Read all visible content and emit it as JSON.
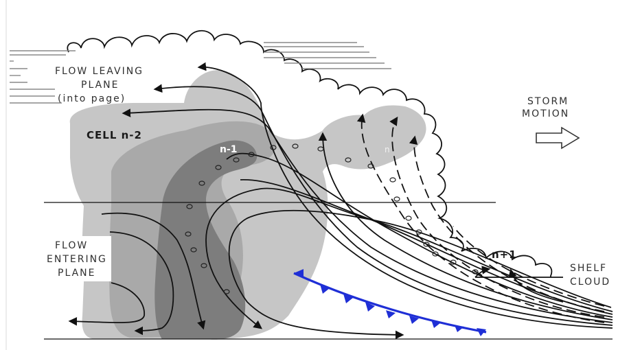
{
  "labels": {
    "flow_leaving": [
      "FLOW LEAVING",
      "PLANE",
      "(into page)"
    ],
    "flow_entering": [
      "FLOW",
      "ENTERING",
      "PLANE"
    ],
    "storm_motion": [
      "STORM",
      "MOTION"
    ],
    "shelf_cloud": [
      "SHELF",
      "CLOUD"
    ],
    "cell_n_minus_2": "CELL n-2",
    "cell_n_minus_1": "n-1",
    "cell_n": "n",
    "cell_n_plus_1": "n+1"
  },
  "colors": {
    "light_echo": "#c6c6c6",
    "medium_echo": "#a9a9a9",
    "heavy_echo": "#7d7d7d",
    "gust_front": "#1f2fd6",
    "outline": "#111111"
  },
  "icons": {
    "storm_motion": "hollow-right-arrow",
    "updraft_particles": "small-ellipse",
    "gust_front": "cold-front-barbs"
  }
}
